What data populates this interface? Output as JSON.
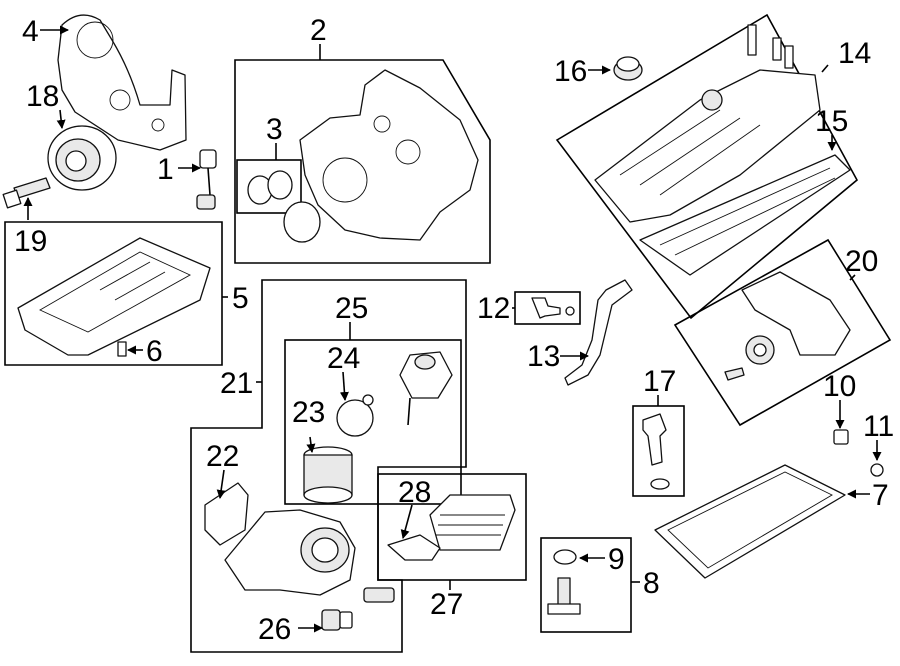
{
  "diagram": {
    "callouts": [
      {
        "id": "c1",
        "label": "1"
      },
      {
        "id": "c2",
        "label": "2"
      },
      {
        "id": "c3",
        "label": "3"
      },
      {
        "id": "c4",
        "label": "4"
      },
      {
        "id": "c5",
        "label": "5"
      },
      {
        "id": "c6",
        "label": "6"
      },
      {
        "id": "c7",
        "label": "7"
      },
      {
        "id": "c8",
        "label": "8"
      },
      {
        "id": "c9",
        "label": "9"
      },
      {
        "id": "c10",
        "label": "10"
      },
      {
        "id": "c11",
        "label": "11"
      },
      {
        "id": "c12",
        "label": "12"
      },
      {
        "id": "c13",
        "label": "13"
      },
      {
        "id": "c14",
        "label": "14"
      },
      {
        "id": "c15",
        "label": "15"
      },
      {
        "id": "c16",
        "label": "16"
      },
      {
        "id": "c17",
        "label": "17"
      },
      {
        "id": "c18",
        "label": "18"
      },
      {
        "id": "c19",
        "label": "19"
      },
      {
        "id": "c20",
        "label": "20"
      },
      {
        "id": "c21",
        "label": "21"
      },
      {
        "id": "c22",
        "label": "22"
      },
      {
        "id": "c23",
        "label": "23"
      },
      {
        "id": "c24",
        "label": "24"
      },
      {
        "id": "c25",
        "label": "25"
      },
      {
        "id": "c26",
        "label": "26"
      },
      {
        "id": "c27",
        "label": "27"
      },
      {
        "id": "c28",
        "label": "28"
      }
    ],
    "colors": {
      "line": "#000000",
      "background": "#ffffff",
      "part_fill": "#e9e9e9"
    }
  }
}
